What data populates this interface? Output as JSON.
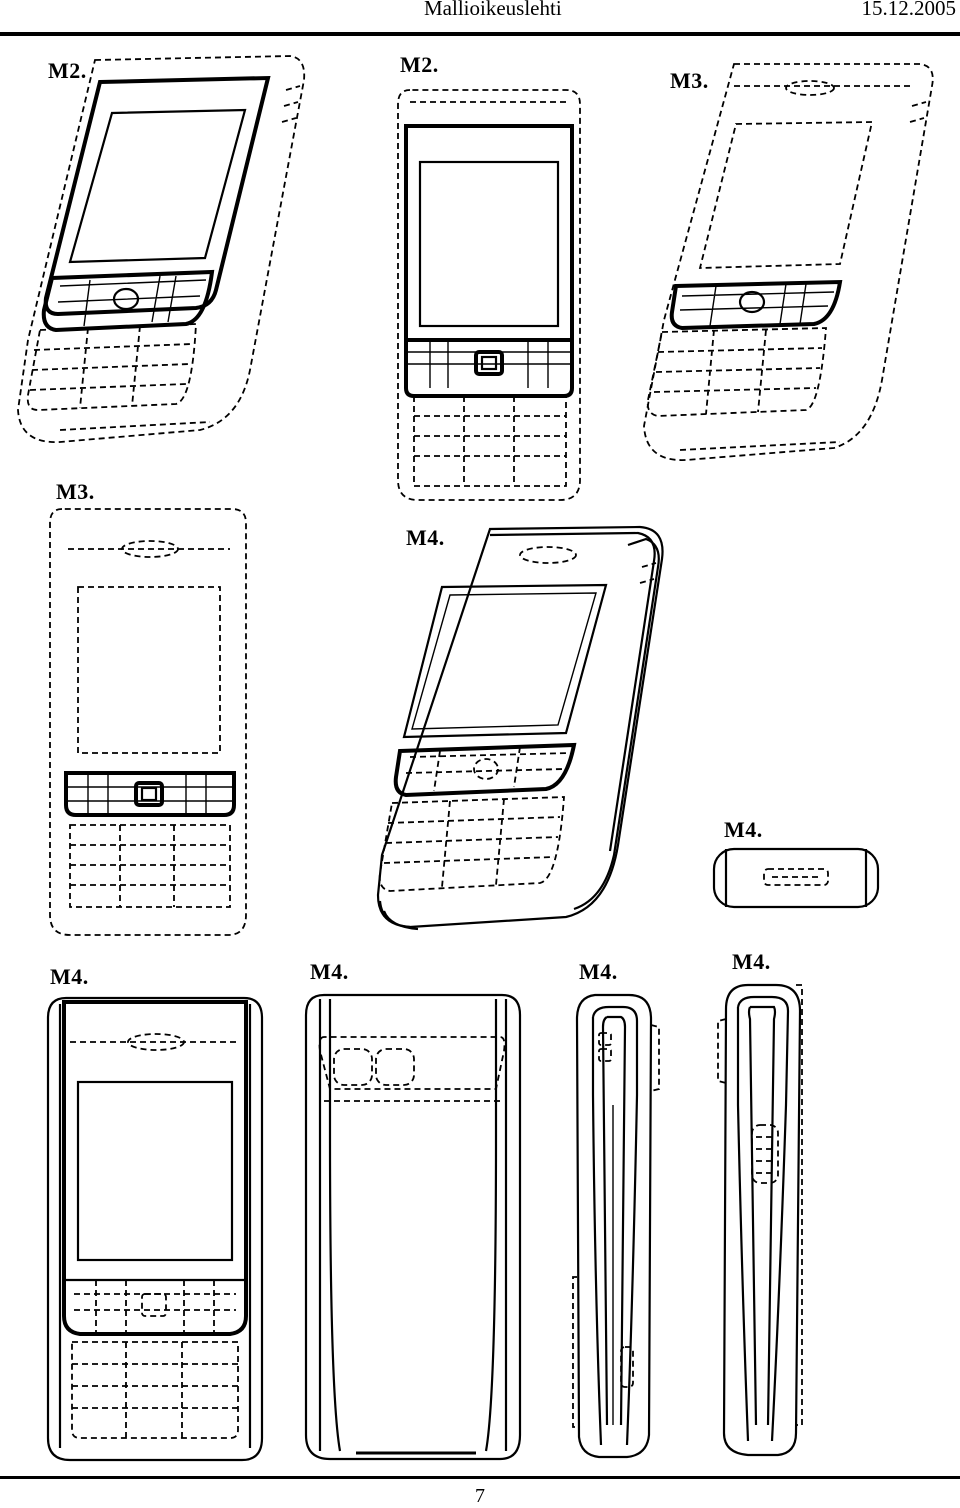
{
  "header": {
    "title": "Mallioikeuslehti",
    "date": "15.12.2005"
  },
  "figures": [
    {
      "label": "M2."
    },
    {
      "label": "M2."
    },
    {
      "label": "M3."
    },
    {
      "label": "M3."
    },
    {
      "label": "M4."
    },
    {
      "label": "M4."
    },
    {
      "label": "M4."
    },
    {
      "label": "M4."
    },
    {
      "label": "M4."
    },
    {
      "label": "M4."
    }
  ],
  "footer": {
    "page_number": "7"
  }
}
